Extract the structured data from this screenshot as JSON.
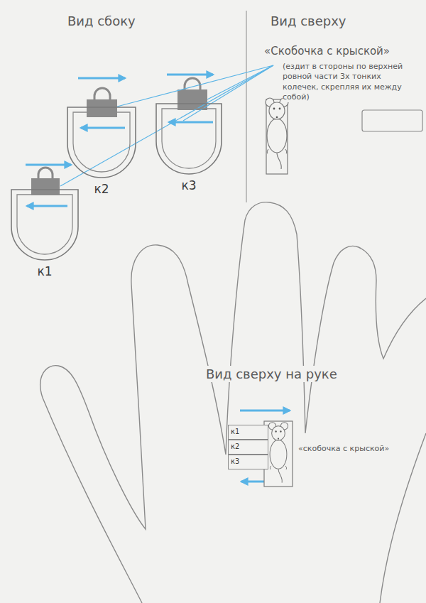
{
  "diagram": {
    "nodes": [
      {
        "text": [
          "к2"
        ]
      },
      {
        "text": [
          "к3"
        ]
      },
      {
        "text": [
          "к1"
        ]
      },
      {
        "text": [
          "к1"
        ]
      },
      {
        "text": [
          "к2"
        ]
      },
      {
        "text": [
          "к3"
        ]
      }
    ],
    "labels": [
      "Вид сбоку",
      "Вид сверху",
      "«Скобочка с крыской»",
      "(ездит в стороны по верхней ровной части 3х тонких колечек, скрепляя их между собой)",
      "Вид сверху на руке",
      "«скобочка с крыской»"
    ]
  }
}
